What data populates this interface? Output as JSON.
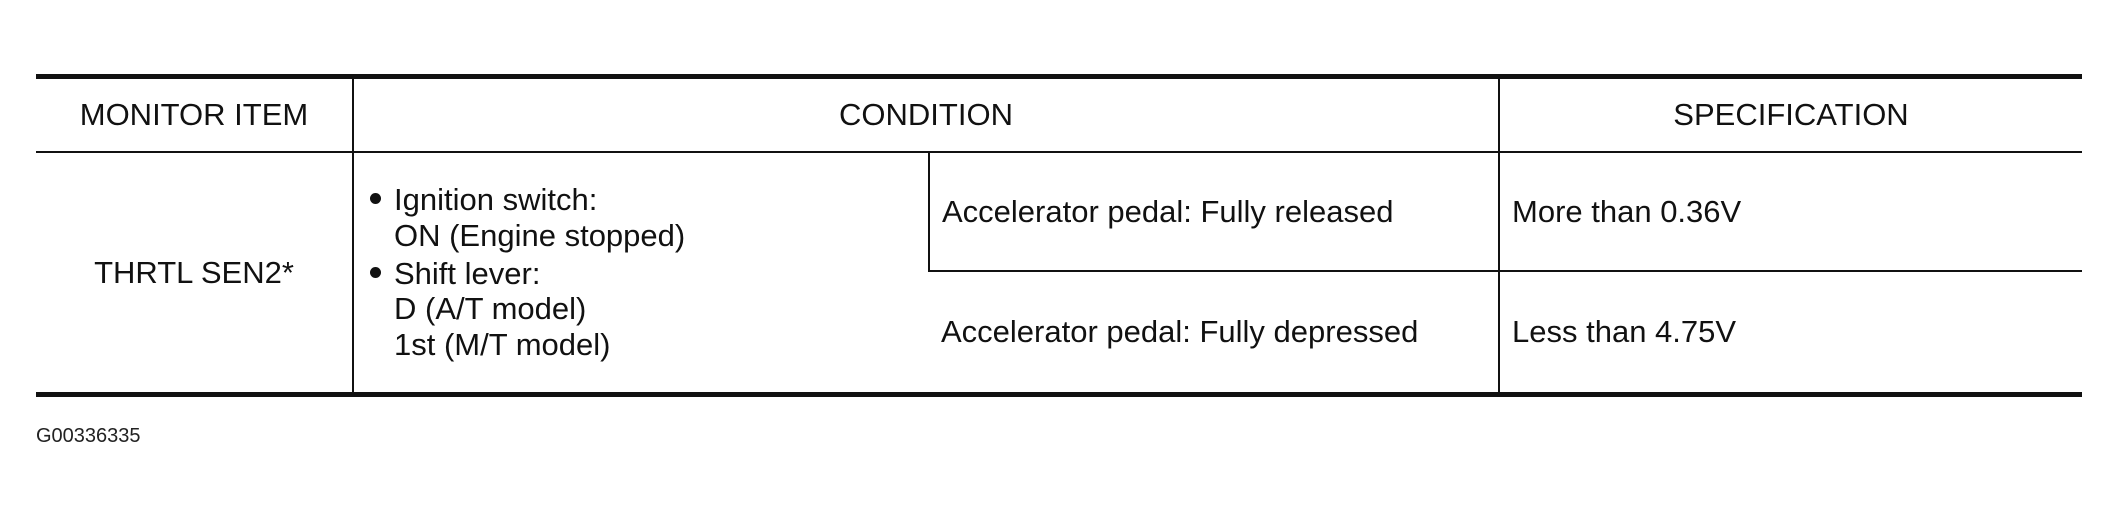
{
  "table": {
    "headers": {
      "monitor_item": "MONITOR ITEM",
      "condition": "CONDITION",
      "specification": "SPECIFICATION"
    },
    "monitor_item": "THRTL SEN2*",
    "condition_items": [
      {
        "label": "Ignition switch:",
        "value": "ON (Engine stopped)"
      },
      {
        "label": "Shift lever:",
        "value_lines": [
          "D (A/T model)",
          "1st (M/T model)"
        ]
      }
    ],
    "rows": [
      {
        "state": "Accelerator pedal: Fully released",
        "spec": "More than 0.36V"
      },
      {
        "state": "Accelerator pedal: Fully depressed",
        "spec": "Less than 4.75V"
      }
    ]
  },
  "figure_id": "G00336335"
}
